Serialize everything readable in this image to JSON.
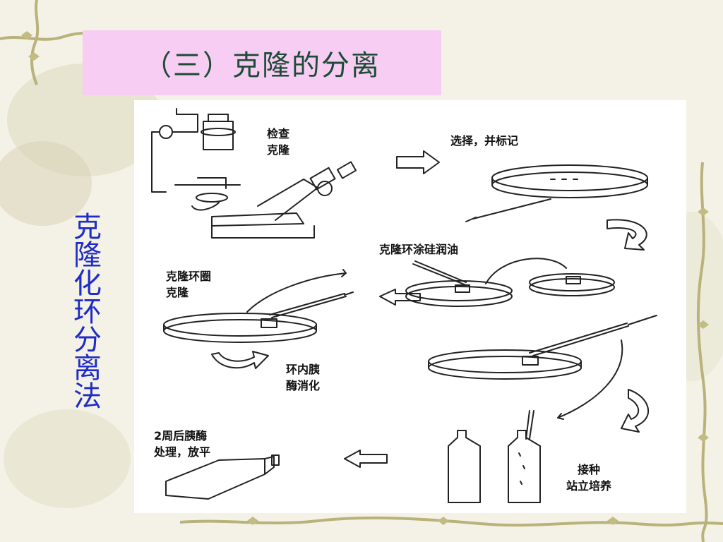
{
  "slide": {
    "title": "（三）克隆的分离",
    "side_label": "克隆化环分离法"
  },
  "diagram": {
    "steps": [
      {
        "id": "check",
        "label": "检查\n克隆"
      },
      {
        "id": "select",
        "label": "选择，并标记"
      },
      {
        "id": "grease",
        "label": "克隆环涂硅润油"
      },
      {
        "id": "ring",
        "label": "克隆环圈\n克隆"
      },
      {
        "id": "digest",
        "label": "环内胰\n酶消化"
      },
      {
        "id": "culture",
        "label": "接种\n站立培养"
      },
      {
        "id": "flatten",
        "label": "2周后胰酶\n处理，放平"
      }
    ]
  },
  "colors": {
    "title_bg": "#f7cdf3",
    "title_text": "#1d4b36",
    "side_text": "#1f2cc8",
    "panel_bg": "#ffffff",
    "background": "#f4f2e6"
  }
}
